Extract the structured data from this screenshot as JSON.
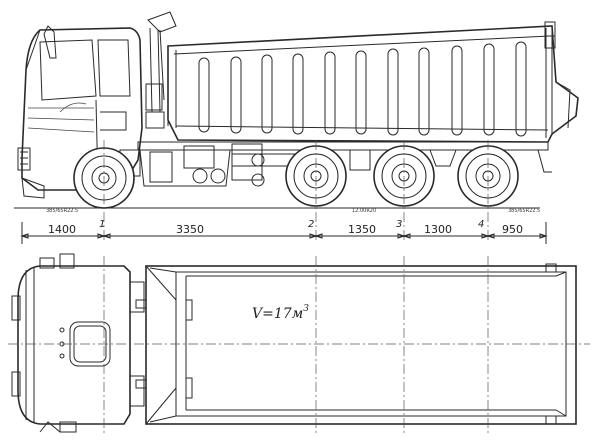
{
  "dimensions": [
    {
      "id": "d1",
      "value": "1400"
    },
    {
      "id": "d2",
      "value": "3350"
    },
    {
      "id": "d3",
      "value": "1350"
    },
    {
      "id": "d4",
      "value": "1300"
    },
    {
      "id": "d5",
      "value": "950"
    }
  ],
  "axle_numbers": [
    "1",
    "2",
    "3",
    "4"
  ],
  "tire_labels": {
    "front": "385/65R22.5",
    "middle": "12.00R20",
    "rear": "385/65R22.5"
  },
  "volume_label": {
    "prefix": "V=17м",
    "exponent": "3"
  }
}
